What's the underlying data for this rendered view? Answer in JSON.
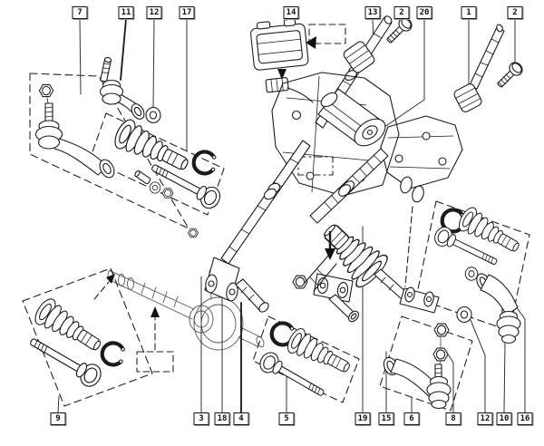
{
  "diagram": {
    "background": "#ffffff",
    "line_color": "#1b1b1b",
    "callouts": {
      "top": [
        {
          "label": "7"
        },
        {
          "label": "11"
        },
        {
          "label": "12"
        },
        {
          "label": "17"
        },
        {
          "label": "14"
        },
        {
          "label": "13"
        },
        {
          "label": "2"
        },
        {
          "label": "20"
        },
        {
          "label": "1"
        },
        {
          "label": "2"
        }
      ],
      "bottom": [
        {
          "label": "9"
        },
        {
          "label": "3"
        },
        {
          "label": "18"
        },
        {
          "label": "4"
        },
        {
          "label": "5"
        },
        {
          "label": "19"
        },
        {
          "label": "15"
        },
        {
          "label": "6"
        },
        {
          "label": "8"
        },
        {
          "label": "12"
        },
        {
          "label": "10"
        },
        {
          "label": "16"
        }
      ]
    }
  }
}
